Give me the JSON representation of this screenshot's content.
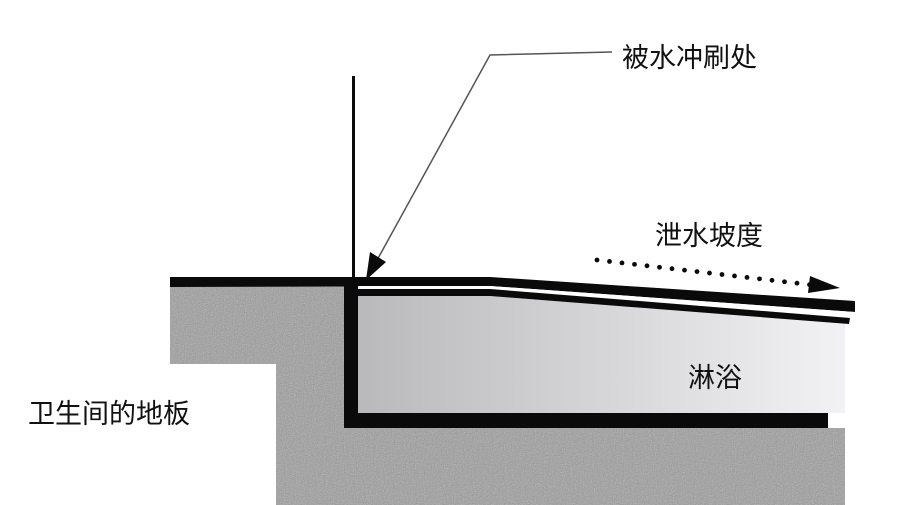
{
  "labels": {
    "washed_area": "被水冲刷处",
    "drain_slope": "泄水坡度",
    "shower": "淋浴",
    "bathroom_floor": "卫生间的地板"
  },
  "colors": {
    "concrete": "#9c9c9c",
    "line": "#0a0a0a",
    "shower_fill_left": "#b9b9bb",
    "shower_fill_right": "#f2f2f4"
  }
}
